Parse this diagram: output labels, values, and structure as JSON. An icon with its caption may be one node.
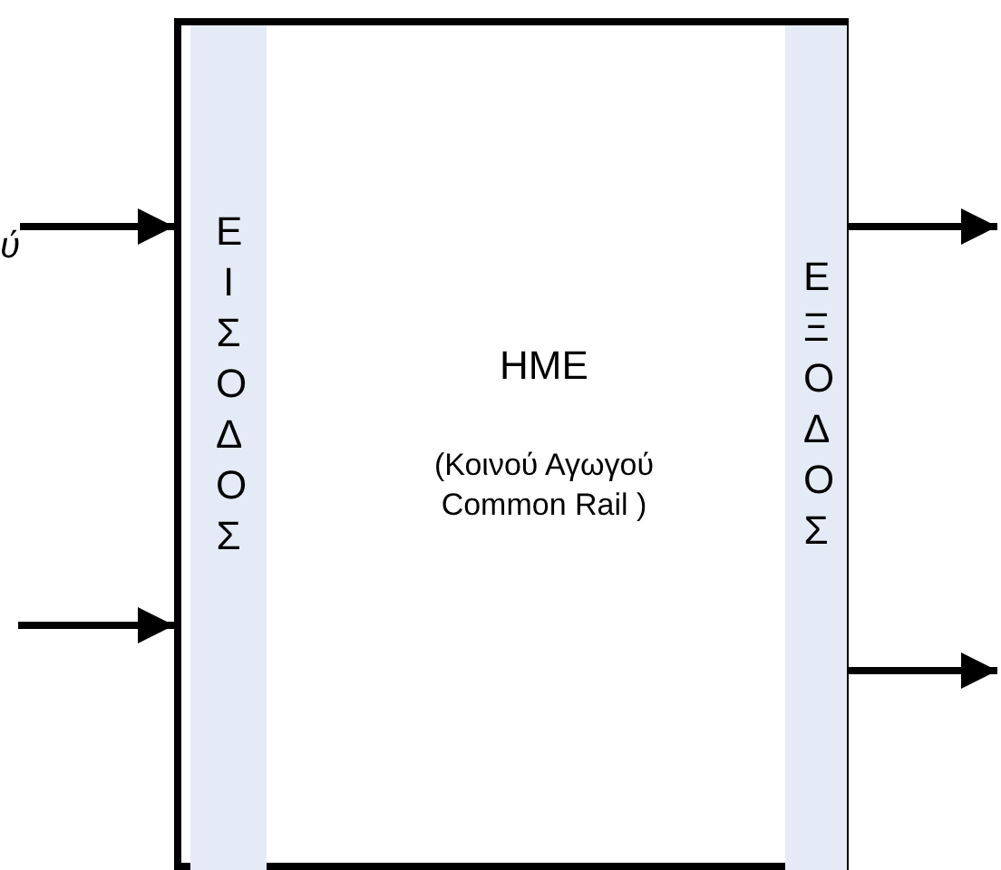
{
  "diagram": {
    "nodes": [
      {
        "text": [
          "ΗΜΕ",
          "(Κοινού Αγωγού Common Rail )"
        ]
      },
      {
        "text": [
          "ΕΙΣΟΔΟΣ"
        ],
        "in": 0
      },
      {
        "text": [
          "ΕΞΟΔΟΣ"
        ],
        "in": 0
      },
      {
        "text": [
          "ύ"
        ]
      }
    ],
    "edges": [
      {
        "from": 3,
        "to": 1,
        "arrow": "to"
      },
      {
        "from": null,
        "to": 1,
        "arrow": "to"
      },
      {
        "from": 2,
        "to": null,
        "arrow": "to"
      },
      {
        "from": 2,
        "to": null,
        "arrow": "to"
      }
    ]
  }
}
